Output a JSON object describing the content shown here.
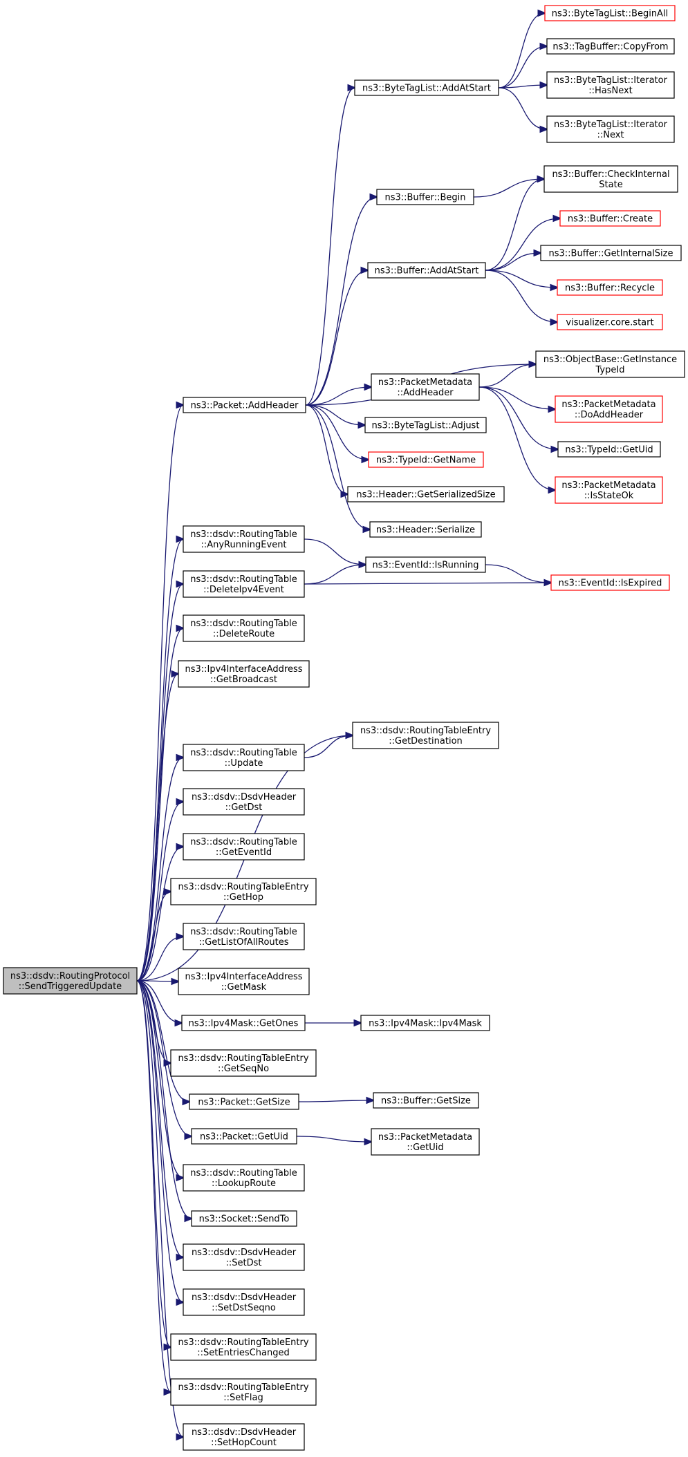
{
  "graph": {
    "title": "",
    "nodes": [
      {
        "id": "root",
        "lines": [
          "ns3::dsdv::RoutingProtocol",
          "::SendTriggeredUpdate"
        ],
        "root": true
      },
      {
        "id": "pkt_addheader",
        "lines": [
          "ns3::Packet::AddHeader"
        ]
      },
      {
        "id": "btl_addatstart",
        "lines": [
          "ns3::ByteTagList::AddAtStart"
        ]
      },
      {
        "id": "btl_beginall",
        "lines": [
          "ns3::ByteTagList::BeginAll"
        ],
        "red": true
      },
      {
        "id": "tb_copyfrom",
        "lines": [
          "ns3::TagBuffer::CopyFrom"
        ]
      },
      {
        "id": "btl_it_hasnext",
        "lines": [
          "ns3::ByteTagList::Iterator",
          "::HasNext"
        ]
      },
      {
        "id": "btl_it_next",
        "lines": [
          "ns3::ByteTagList::Iterator",
          "::Next"
        ]
      },
      {
        "id": "buf_begin",
        "lines": [
          "ns3::Buffer::Begin"
        ]
      },
      {
        "id": "buf_checkinternal",
        "lines": [
          "ns3::Buffer::CheckInternal",
          "State"
        ]
      },
      {
        "id": "buf_create",
        "lines": [
          "ns3::Buffer::Create"
        ],
        "red": true
      },
      {
        "id": "buf_addatstart",
        "lines": [
          "ns3::Buffer::AddAtStart"
        ]
      },
      {
        "id": "buf_getinternalsize",
        "lines": [
          "ns3::Buffer::GetInternalSize"
        ]
      },
      {
        "id": "buf_recycle",
        "lines": [
          "ns3::Buffer::Recycle"
        ],
        "red": true
      },
      {
        "id": "viz_start",
        "lines": [
          "visualizer.core.start"
        ],
        "red": true
      },
      {
        "id": "ob_getinstance",
        "lines": [
          "ns3::ObjectBase::GetInstance",
          "TypeId"
        ]
      },
      {
        "id": "pm_addheader",
        "lines": [
          "ns3::PacketMetadata",
          "::AddHeader"
        ]
      },
      {
        "id": "pm_doaddheader",
        "lines": [
          "ns3::PacketMetadata",
          "::DoAddHeader"
        ],
        "red": true
      },
      {
        "id": "btl_adjust",
        "lines": [
          "ns3::ByteTagList::Adjust"
        ]
      },
      {
        "id": "typeid_getuid",
        "lines": [
          "ns3::TypeId::GetUid"
        ]
      },
      {
        "id": "typeid_getname",
        "lines": [
          "ns3::TypeId::GetName"
        ],
        "red": true
      },
      {
        "id": "pm_isstateok",
        "lines": [
          "ns3::PacketMetadata",
          "::IsStateOk"
        ],
        "red": true
      },
      {
        "id": "hdr_getserializedsize",
        "lines": [
          "ns3::Header::GetSerializedSize"
        ]
      },
      {
        "id": "hdr_serialize",
        "lines": [
          "ns3::Header::Serialize"
        ]
      },
      {
        "id": "rt_anyrunningevent",
        "lines": [
          "ns3::dsdv::RoutingTable",
          "::AnyRunningEvent"
        ]
      },
      {
        "id": "eid_isrunning",
        "lines": [
          "ns3::EventId::IsRunning"
        ]
      },
      {
        "id": "rt_deleteipv4event",
        "lines": [
          "ns3::dsdv::RoutingTable",
          "::DeleteIpv4Event"
        ]
      },
      {
        "id": "eid_isexpired",
        "lines": [
          "ns3::EventId::IsExpired"
        ],
        "red": true
      },
      {
        "id": "rt_deleteroute",
        "lines": [
          "ns3::dsdv::RoutingTable",
          "::DeleteRoute"
        ]
      },
      {
        "id": "ia_getbroadcast",
        "lines": [
          "ns3::Ipv4InterfaceAddress",
          "::GetBroadcast"
        ]
      },
      {
        "id": "rte_getdestination",
        "lines": [
          "ns3::dsdv::RoutingTableEntry",
          "::GetDestination"
        ]
      },
      {
        "id": "rt_update",
        "lines": [
          "ns3::dsdv::RoutingTable",
          "::Update"
        ]
      },
      {
        "id": "dh_getdst",
        "lines": [
          "ns3::dsdv::DsdvHeader",
          "::GetDst"
        ]
      },
      {
        "id": "rt_geteventid",
        "lines": [
          "ns3::dsdv::RoutingTable",
          "::GetEventId"
        ]
      },
      {
        "id": "rte_gethop",
        "lines": [
          "ns3::dsdv::RoutingTableEntry",
          "::GetHop"
        ]
      },
      {
        "id": "rt_getlistofallroutes",
        "lines": [
          "ns3::dsdv::RoutingTable",
          "::GetListOfAllRoutes"
        ]
      },
      {
        "id": "ia_getmask",
        "lines": [
          "ns3::Ipv4InterfaceAddress",
          "::GetMask"
        ]
      },
      {
        "id": "mask_getones",
        "lines": [
          "ns3::Ipv4Mask::GetOnes"
        ]
      },
      {
        "id": "mask_ipv4mask",
        "lines": [
          "ns3::Ipv4Mask::Ipv4Mask"
        ]
      },
      {
        "id": "rte_getseqno",
        "lines": [
          "ns3::dsdv::RoutingTableEntry",
          "::GetSeqNo"
        ]
      },
      {
        "id": "pkt_getsize",
        "lines": [
          "ns3::Packet::GetSize"
        ]
      },
      {
        "id": "buf_getsize",
        "lines": [
          "ns3::Buffer::GetSize"
        ]
      },
      {
        "id": "pkt_getuid",
        "lines": [
          "ns3::Packet::GetUid"
        ]
      },
      {
        "id": "pm_getuid",
        "lines": [
          "ns3::PacketMetadata",
          "::GetUid"
        ]
      },
      {
        "id": "rt_lookuproute",
        "lines": [
          "ns3::dsdv::RoutingTable",
          "::LookupRoute"
        ]
      },
      {
        "id": "sock_sendto",
        "lines": [
          "ns3::Socket::SendTo"
        ]
      },
      {
        "id": "dh_setdst",
        "lines": [
          "ns3::dsdv::DsdvHeader",
          "::SetDst"
        ]
      },
      {
        "id": "dh_setdstseqno",
        "lines": [
          "ns3::dsdv::DsdvHeader",
          "::SetDstSeqno"
        ]
      },
      {
        "id": "rte_setentrieschanged",
        "lines": [
          "ns3::dsdv::RoutingTableEntry",
          "::SetEntriesChanged"
        ]
      },
      {
        "id": "rte_setflag",
        "lines": [
          "ns3::dsdv::RoutingTableEntry",
          "::SetFlag"
        ]
      },
      {
        "id": "dh_sethopcount",
        "lines": [
          "ns3::dsdv::DsdvHeader",
          "::SetHopCount"
        ]
      }
    ],
    "edges": [
      [
        "root",
        "pkt_addheader"
      ],
      [
        "root",
        "rt_anyrunningevent"
      ],
      [
        "root",
        "rt_deleteipv4event"
      ],
      [
        "root",
        "rt_deleteroute"
      ],
      [
        "root",
        "ia_getbroadcast"
      ],
      [
        "root",
        "rte_getdestination"
      ],
      [
        "root",
        "rt_update"
      ],
      [
        "root",
        "dh_getdst"
      ],
      [
        "root",
        "rt_geteventid"
      ],
      [
        "root",
        "rte_gethop"
      ],
      [
        "root",
        "rt_getlistofallroutes"
      ],
      [
        "root",
        "ia_getmask"
      ],
      [
        "root",
        "mask_getones"
      ],
      [
        "root",
        "rte_getseqno"
      ],
      [
        "root",
        "pkt_getsize"
      ],
      [
        "root",
        "pkt_getuid"
      ],
      [
        "root",
        "rt_lookuproute"
      ],
      [
        "root",
        "sock_sendto"
      ],
      [
        "root",
        "dh_setdst"
      ],
      [
        "root",
        "dh_setdstseqno"
      ],
      [
        "root",
        "rte_setentrieschanged"
      ],
      [
        "root",
        "rte_setflag"
      ],
      [
        "root",
        "dh_sethopcount"
      ],
      [
        "pkt_addheader",
        "btl_addatstart"
      ],
      [
        "pkt_addheader",
        "buf_begin"
      ],
      [
        "pkt_addheader",
        "buf_addatstart"
      ],
      [
        "pkt_addheader",
        "ob_getinstance"
      ],
      [
        "pkt_addheader",
        "pm_addheader"
      ],
      [
        "pkt_addheader",
        "btl_adjust"
      ],
      [
        "pkt_addheader",
        "typeid_getname"
      ],
      [
        "pkt_addheader",
        "hdr_getserializedsize"
      ],
      [
        "pkt_addheader",
        "hdr_serialize"
      ],
      [
        "btl_addatstart",
        "btl_beginall"
      ],
      [
        "btl_addatstart",
        "tb_copyfrom"
      ],
      [
        "btl_addatstart",
        "btl_it_hasnext"
      ],
      [
        "btl_addatstart",
        "btl_it_next"
      ],
      [
        "buf_begin",
        "buf_checkinternal"
      ],
      [
        "buf_addatstart",
        "buf_checkinternal"
      ],
      [
        "buf_addatstart",
        "buf_create"
      ],
      [
        "buf_addatstart",
        "buf_getinternalsize"
      ],
      [
        "buf_addatstart",
        "buf_recycle"
      ],
      [
        "buf_addatstart",
        "viz_start"
      ],
      [
        "pm_addheader",
        "ob_getinstance"
      ],
      [
        "pm_addheader",
        "pm_doaddheader"
      ],
      [
        "pm_addheader",
        "typeid_getuid"
      ],
      [
        "pm_addheader",
        "pm_isstateok"
      ],
      [
        "rt_anyrunningevent",
        "eid_isrunning"
      ],
      [
        "rt_deleteipv4event",
        "eid_isrunning"
      ],
      [
        "rt_deleteipv4event",
        "eid_isexpired"
      ],
      [
        "eid_isrunning",
        "eid_isexpired"
      ],
      [
        "rt_update",
        "rte_getdestination"
      ],
      [
        "mask_getones",
        "mask_ipv4mask"
      ],
      [
        "pkt_getsize",
        "buf_getsize"
      ],
      [
        "pkt_getuid",
        "pm_getuid"
      ]
    ]
  }
}
